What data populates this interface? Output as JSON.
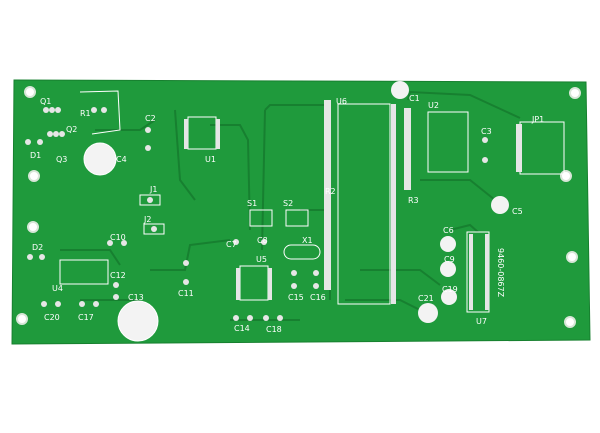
{
  "board": {
    "colors": {
      "background": "#ffffff",
      "solder_mask": "#1f9a3c",
      "trace": "#178030",
      "silkscreen": "#ffffff",
      "pad": "#e6e6e6"
    },
    "labels": {
      "q1": "Q1",
      "q2": "Q2",
      "q3": "Q3",
      "d1": "D1",
      "r1": "R1",
      "c4": "C4",
      "c2": "C2",
      "u1": "U1",
      "u6": "U6",
      "c1": "C1",
      "u2": "U2",
      "c3": "C3",
      "jp1": "JP1",
      "c5": "C5",
      "r2": "R2",
      "r3": "R3",
      "s1": "S1",
      "s2": "S2",
      "c7": "C7",
      "c8": "C8",
      "x1": "X1",
      "u5": "U5",
      "c15": "C15",
      "c16": "C16",
      "c14": "C14",
      "c18": "C18",
      "j1": "J1",
      "j2": "J2",
      "c10": "C10",
      "d2": "D2",
      "c12": "C12",
      "u4": "U4",
      "c11": "C11",
      "c13": "C13",
      "c17": "C17",
      "c20": "C20",
      "c6": "C6",
      "c9": "C9",
      "c19": "C19",
      "c21": "C21",
      "u7": "U7",
      "u7_part": "9460-0867Z"
    }
  }
}
